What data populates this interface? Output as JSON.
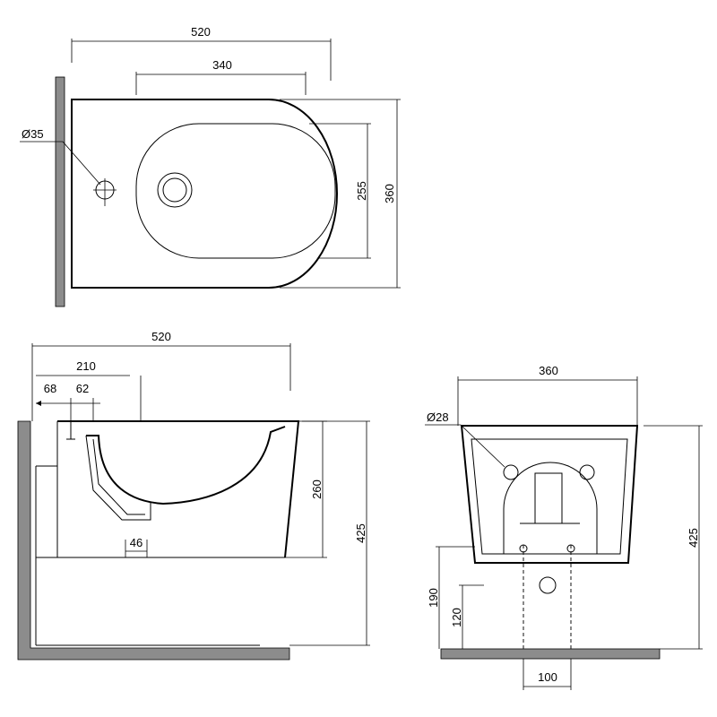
{
  "top_view": {
    "overall_width": "520",
    "bowl_width": "340",
    "tap_hole": "Ø35",
    "bowl_depth": "255",
    "overall_depth": "360"
  },
  "side_view": {
    "overall_width": "520",
    "fixing_offset": "210",
    "dim_a": "68",
    "dim_b": "62",
    "bowl_height": "260",
    "waste_width": "46",
    "total_height": "425"
  },
  "front_view": {
    "overall_width": "360",
    "fixing_hole": "Ø28",
    "total_height": "425",
    "supply_height": "190",
    "waste_height": "120",
    "bolt_spacing": "100"
  }
}
